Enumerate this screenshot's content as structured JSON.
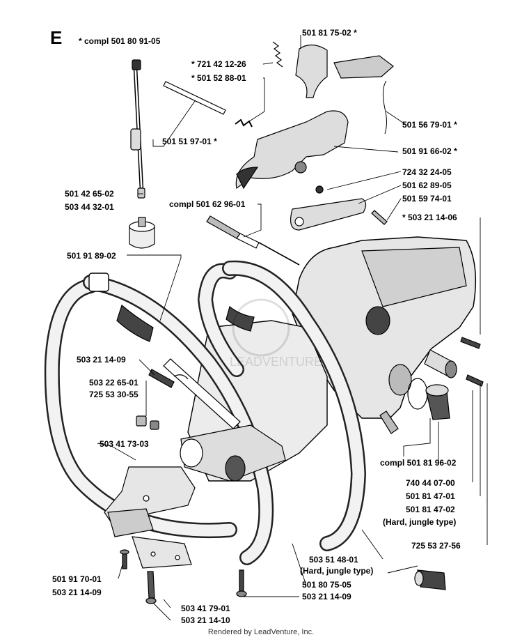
{
  "section": "E",
  "labels": [
    {
      "id": "compl-501809105",
      "text": "*  compl 501 80 91-05"
    },
    {
      "id": "p501817502",
      "text": "501 81 75-02  *"
    },
    {
      "id": "p721421226",
      "text": "*  721 42 12-26"
    },
    {
      "id": "p501528801",
      "text": "*  501 52 88-01"
    },
    {
      "id": "p501567901",
      "text": "501 56 79-01  *"
    },
    {
      "id": "p501519701",
      "text": "501 51 97-01  *"
    },
    {
      "id": "p501916602",
      "text": "501 91 66-02  *"
    },
    {
      "id": "p724322405",
      "text": "724 32 24-05"
    },
    {
      "id": "p501426502",
      "text": "501 42 65-02"
    },
    {
      "id": "p501628905",
      "text": "501 62 89-05"
    },
    {
      "id": "p503443201",
      "text": "503 44 32-01"
    },
    {
      "id": "compl-501629601",
      "text": "compl 501 62 96-01"
    },
    {
      "id": "p501597401",
      "text": "501 59 74-01"
    },
    {
      "id": "p503211406",
      "text": "*  503 21 14-06"
    },
    {
      "id": "p501918902",
      "text": "501 91 89-02"
    },
    {
      "id": "p503211409a",
      "text": "503 21 14-09"
    },
    {
      "id": "p503226501",
      "text": "503 22 65-01"
    },
    {
      "id": "p725533055",
      "text": "725 53 30-55"
    },
    {
      "id": "p503417303",
      "text": "503 41 73-03"
    },
    {
      "id": "compl-501819602",
      "text": "compl 501 81 96-02"
    },
    {
      "id": "p740440700",
      "text": "740 44 07-00"
    },
    {
      "id": "p501814701",
      "text": "501 81 47-01"
    },
    {
      "id": "p501814702",
      "text": "501 81 47-02"
    },
    {
      "id": "hard-jungle-1",
      "text": "(Hard, jungle type)"
    },
    {
      "id": "p725532756",
      "text": "725 53 27-56"
    },
    {
      "id": "p503514801",
      "text": "503 51 48-01"
    },
    {
      "id": "hard-jungle-2",
      "text": "(Hard, jungle type)"
    },
    {
      "id": "p501917001",
      "text": "501 91 70-01"
    },
    {
      "id": "p501807505",
      "text": "501 80 75-05"
    },
    {
      "id": "p503211409b",
      "text": "503 21 14-09"
    },
    {
      "id": "p503211409c",
      "text": "503 21 14-09"
    },
    {
      "id": "p503417901",
      "text": "503 41 79-01"
    },
    {
      "id": "p503211410",
      "text": "503 21 14-10"
    }
  ],
  "footer": "Rendered by LeadVenture, Inc."
}
